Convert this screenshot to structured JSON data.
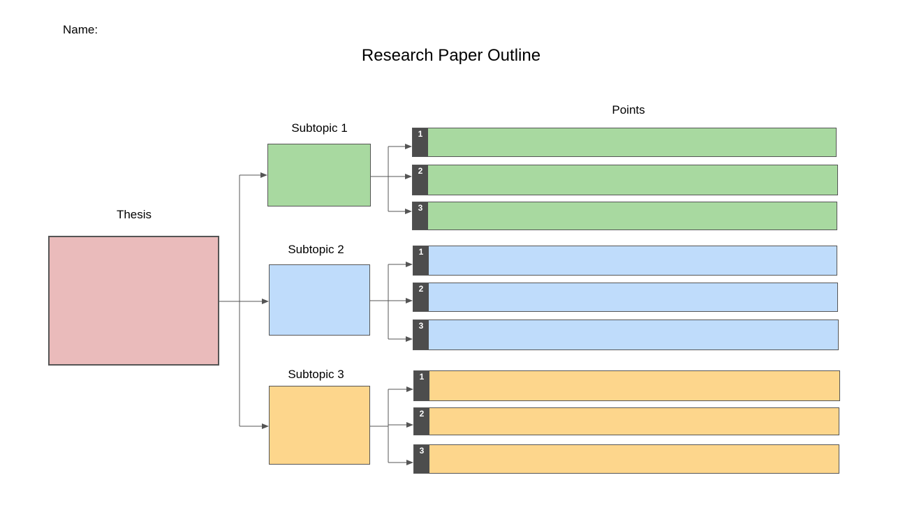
{
  "header": {
    "name_label": "Name:",
    "title": "Research Paper Outline"
  },
  "thesis": {
    "label": "Thesis",
    "color": "#eabbbb"
  },
  "points_header": "Points",
  "subtopics": [
    {
      "label": "Subtopic 1",
      "color": "#a8d9a0",
      "points": [
        "1",
        "2",
        "3"
      ]
    },
    {
      "label": "Subtopic 2",
      "color": "#bfdcfb",
      "points": [
        "1",
        "2",
        "3"
      ]
    },
    {
      "label": "Subtopic 3",
      "color": "#fdd68c",
      "points": [
        "1",
        "2",
        "3"
      ]
    }
  ],
  "colors": {
    "border": "#555555",
    "number_tab": "#4d4d4d",
    "connector": "#555555"
  }
}
